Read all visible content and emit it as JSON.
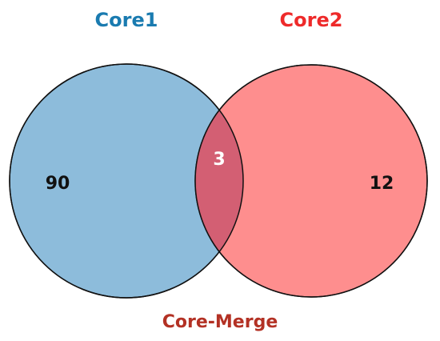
{
  "chart_data": {
    "type": "venn",
    "sets": [
      {
        "name": "Core1",
        "color": "#1a7bb0",
        "fill": "#8dbcdb"
      },
      {
        "name": "Core2",
        "color": "#ee2a2a",
        "fill": "#fe8e8e"
      }
    ],
    "regions": {
      "core1_only": "90",
      "intersection": "3",
      "core2_only": "12"
    },
    "intersection_fill": "#d35f73",
    "footer_label": "Core-Merge",
    "footer_color": "#b33124"
  }
}
